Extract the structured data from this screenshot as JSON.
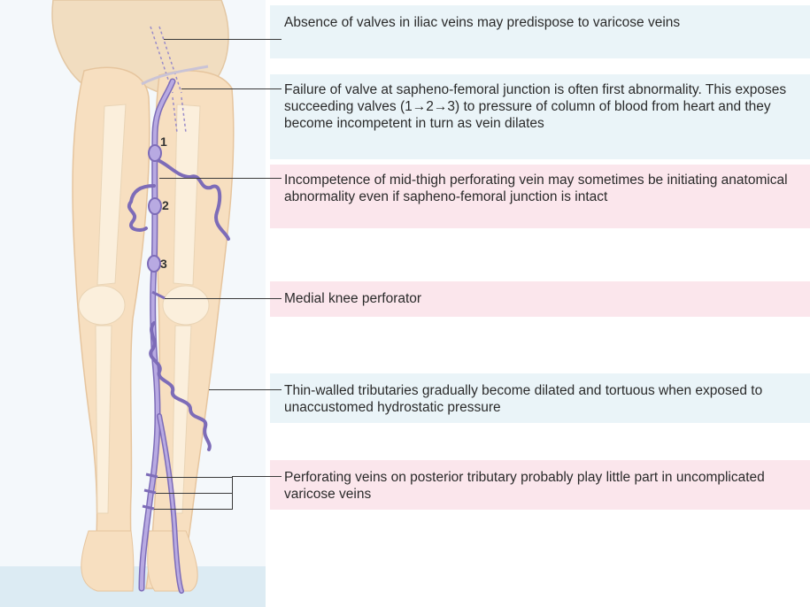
{
  "labels": {
    "iliac": "Absence of valves in iliac veins may predispose to varicose veins",
    "saphenofemoral": "Failure of valve at sapheno-femoral junction is often first abnormality. This exposes  succeeding valves (1→2→3) to pressure of column of blood from heart and they become incompetent in turn as vein dilates",
    "midthigh": "Incompetence of mid-thigh perforating vein may sometimes be initiating anatomical abnormality even if sapheno-femoral junction is intact",
    "knee": "Medial knee perforator",
    "tributaries": "Thin-walled tributaries gradually become dilated and tortuous when exposed to unaccustomed hydrostatic pressure",
    "posterior": "Perforating veins on posterior tributary probably play little part in uncomplicated varicose veins"
  },
  "valves": {
    "v1": "1",
    "v2": "2",
    "v3": "3"
  },
  "colors": {
    "skin": "#f7dfc0",
    "bone": "#fbefdc",
    "vein": "#a99ad8",
    "vein_outline": "#7d6cb8",
    "band_blue": "#eaf4f8",
    "band_pink": "#fbe6ec"
  }
}
